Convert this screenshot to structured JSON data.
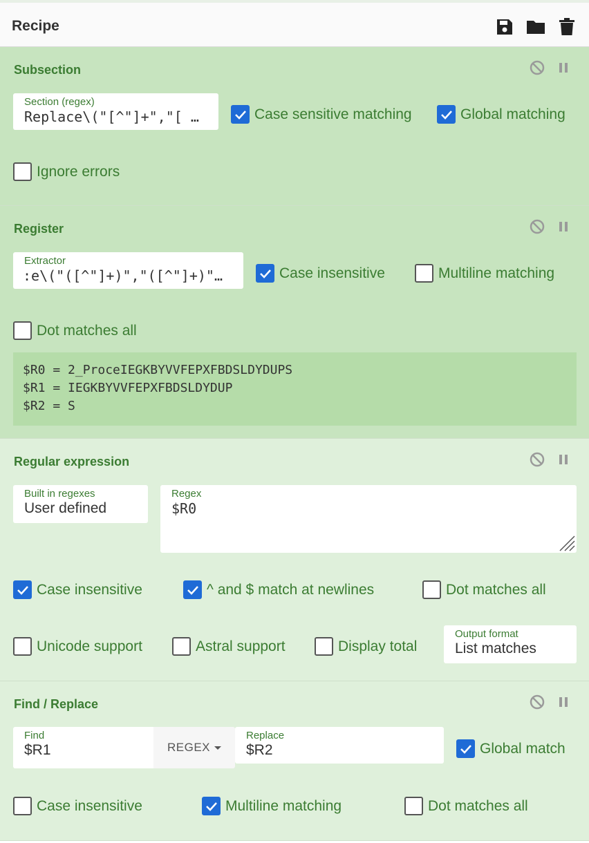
{
  "recipe": {
    "title": "Recipe"
  },
  "subsection": {
    "title": "Subsection",
    "section_label": "Section (regex)",
    "section_value": "Replace\\(\"[^\"]+\",\"[ …",
    "case_sensitive_label": "Case sensitive matching",
    "global_matching_label": "Global matching",
    "ignore_errors_label": "Ignore errors"
  },
  "register": {
    "title": "Register",
    "extractor_label": "Extractor",
    "extractor_value": ":e\\(\"([^\"]+)\",\"([^\"]+)\"…",
    "case_insensitive_label": "Case insensitive",
    "multiline_label": "Multiline matching",
    "dot_all_label": "Dot matches all",
    "output_lines": [
      "$R0 = 2_ProceIEGKBYVVFEPXFBDSLDYDUPS",
      "$R1 = IEGKBYVVFEPXFBDSLDYDUP",
      "$R2 = S"
    ]
  },
  "regex": {
    "title": "Regular expression",
    "builtin_label": "Built in regexes",
    "builtin_value": "User defined",
    "regex_label": "Regex",
    "regex_value": "$R0",
    "case_insensitive_label": "Case insensitive",
    "newlines_label": "^ and $ match at newlines",
    "dot_all_label": "Dot matches all",
    "unicode_label": "Unicode support",
    "astral_label": "Astral support",
    "display_total_label": "Display total",
    "output_format_label": "Output format",
    "output_format_value": "List matches"
  },
  "find_replace": {
    "title": "Find / Replace",
    "find_label": "Find",
    "find_value": "$R1",
    "mode_value": "REGEX",
    "replace_label": "Replace",
    "replace_value": "$R2",
    "global_label": "Global match",
    "case_insensitive_label": "Case insensitive",
    "multiline_label": "Multiline matching",
    "dot_all_label": "Dot matches all"
  },
  "colors": {
    "accent_green": "#3b7c32",
    "checkbox_blue": "#1f6bd6"
  }
}
